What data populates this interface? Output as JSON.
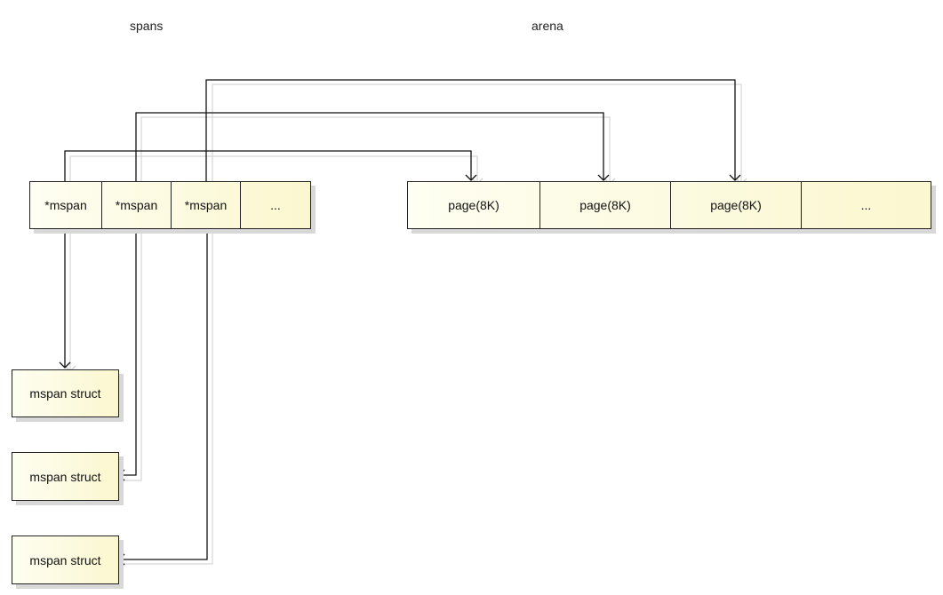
{
  "spans_label": "spans",
  "arena_label": "arena",
  "spans_cells": [
    "*mspan",
    "*mspan",
    "*mspan",
    "..."
  ],
  "arena_cells": [
    "page(8K)",
    "page(8K)",
    "page(8K)",
    "..."
  ],
  "structs": [
    "mspan struct",
    "mspan struct",
    "mspan struct"
  ]
}
